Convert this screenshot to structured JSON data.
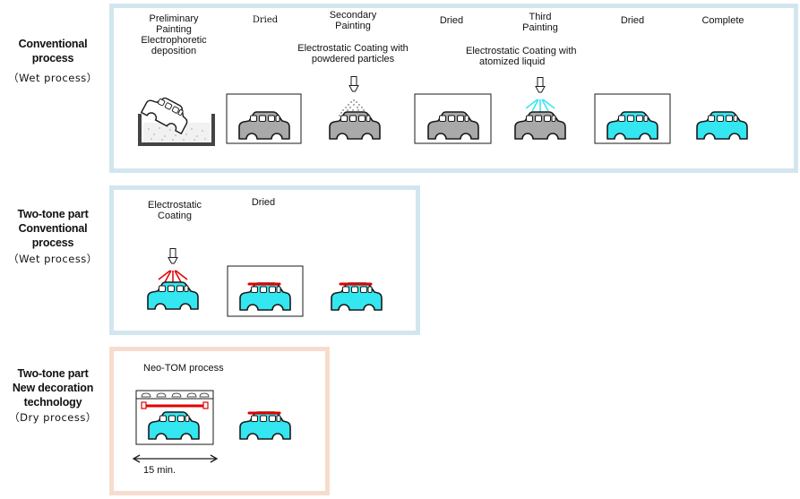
{
  "rows": [
    {
      "title": "Conventional process",
      "sub": "（Wet process）"
    },
    {
      "title": "Two-tone part Conventional process",
      "sub": "（Wet process）"
    },
    {
      "title": "Two-tone part New decoration technology",
      "sub": "（Dry process）"
    }
  ],
  "row1": {
    "step1": [
      "Preliminary",
      "Painting",
      "Electrophoretic",
      "deposition"
    ],
    "dried1": "Dried",
    "step2": [
      "Secondary",
      "Painting"
    ],
    "step2_method": [
      "Electrostatic Coating with",
      "powdered particles"
    ],
    "dried2": "Dried",
    "step3": [
      "Third",
      "Painting"
    ],
    "step3_method": [
      "Electrostatic Coating with",
      "atomized liquid"
    ],
    "dried3": "Dried",
    "complete": "Complete"
  },
  "row2": {
    "step1": [
      "Electrostatic",
      "Coating"
    ],
    "dried": "Dried"
  },
  "row3": {
    "process": "Neo-TOM process",
    "time": "15 min."
  },
  "colors": {
    "panel_blue": "#d2e6ef",
    "panel_orange": "#f7dccd",
    "car_gray": "#a9a9a9",
    "car_cyan": "#33e6f0",
    "accent_red": "#e00000"
  }
}
